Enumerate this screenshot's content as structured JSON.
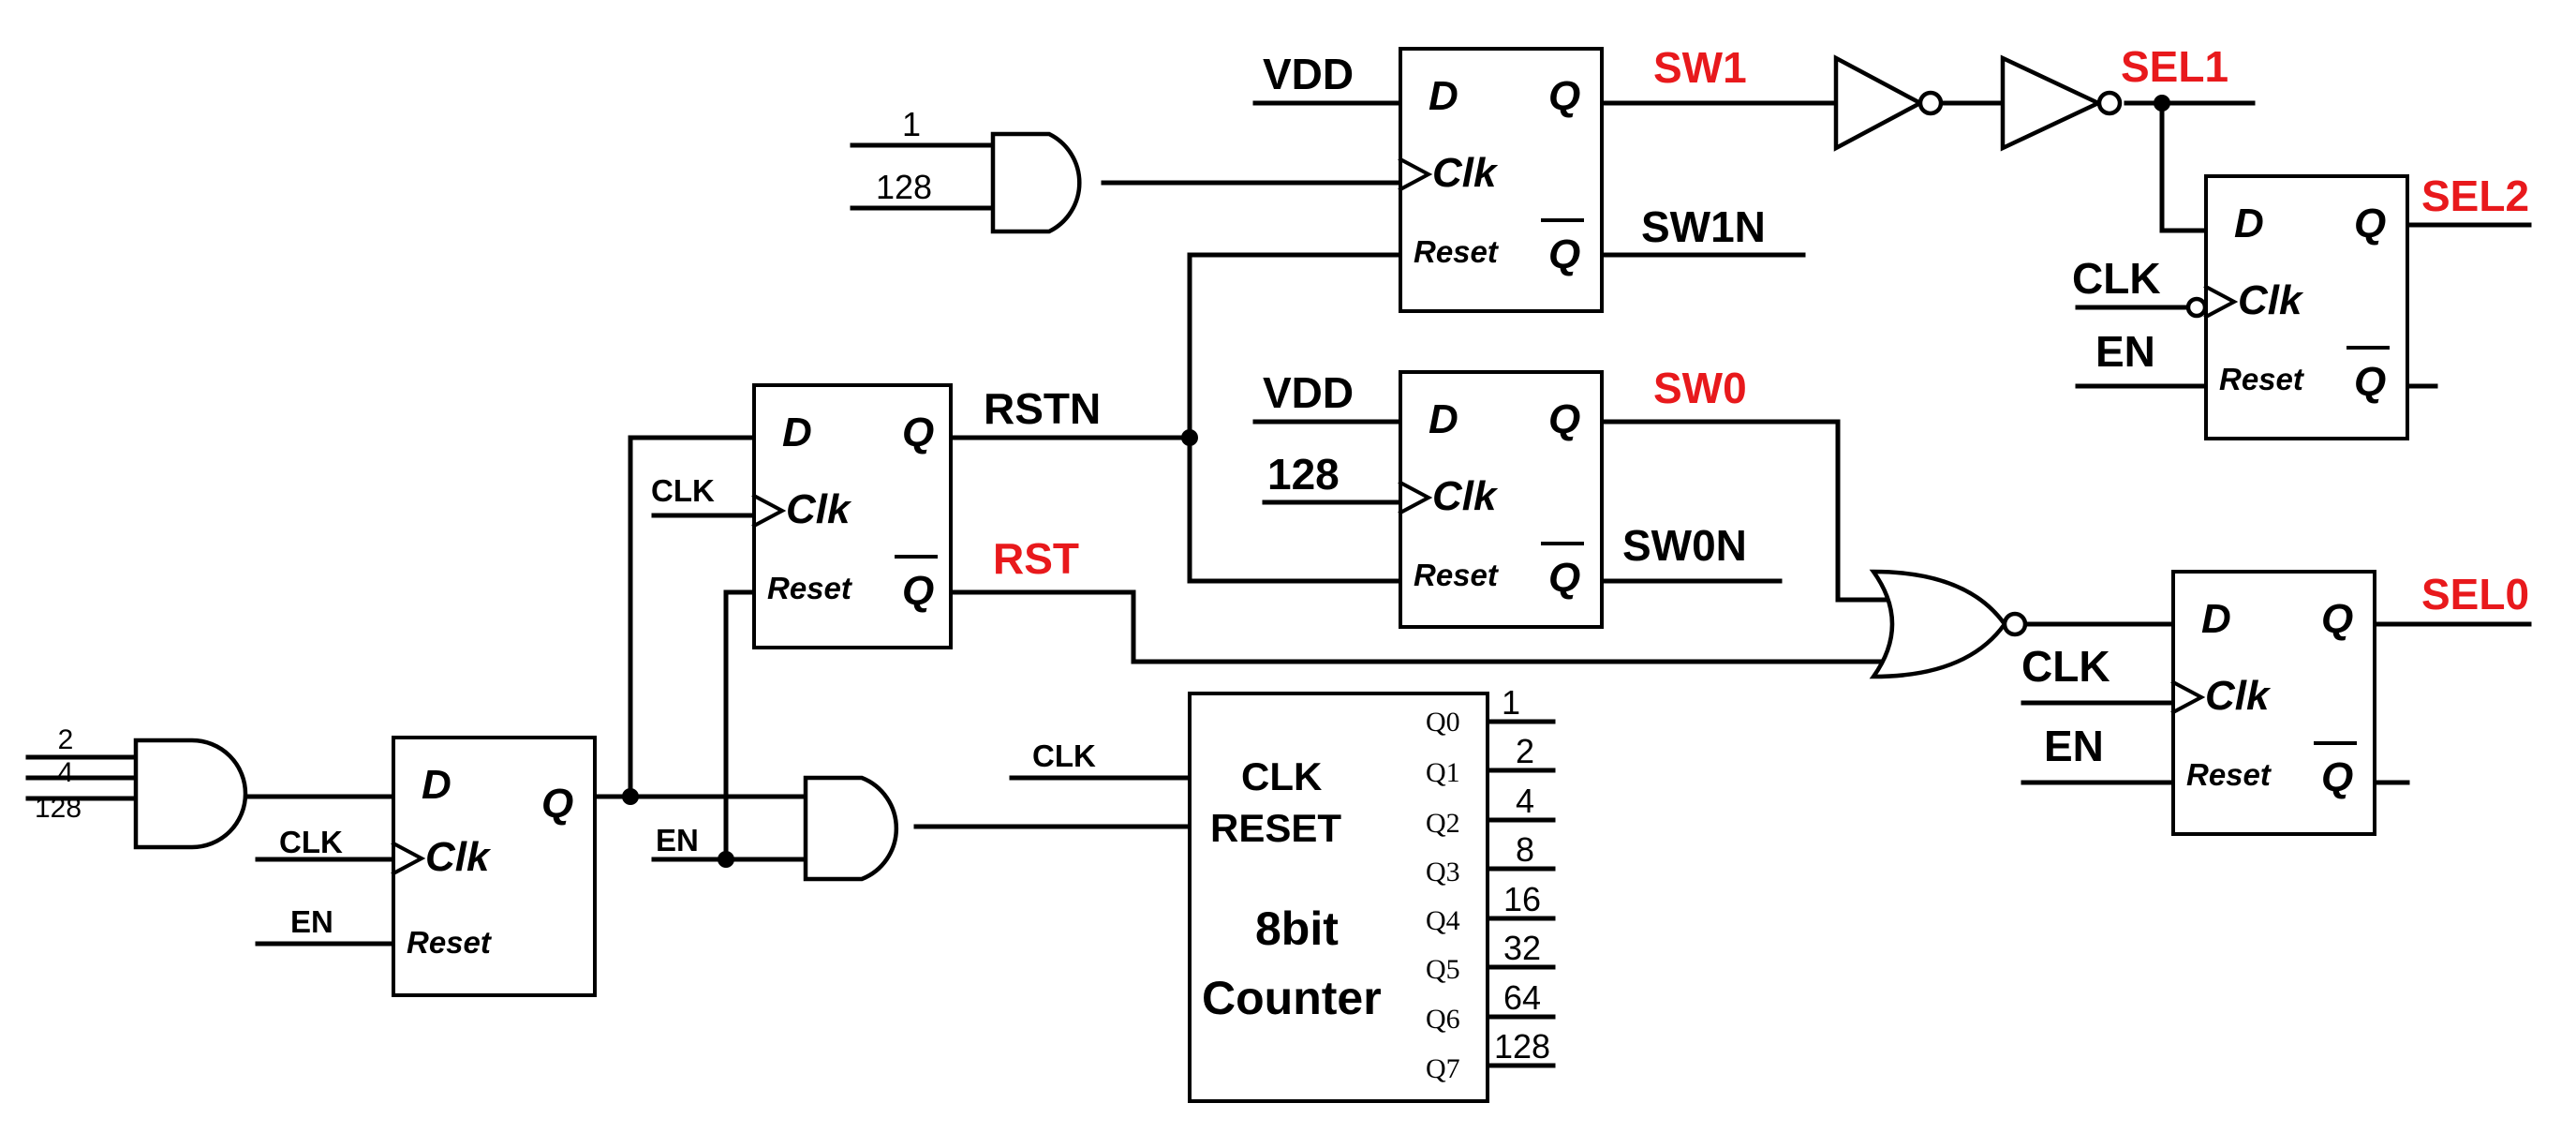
{
  "diagram": {
    "signals": {
      "vdd_top": "VDD",
      "vdd_mid": "VDD",
      "sw1": "SW1",
      "sw1n": "SW1N",
      "sw0": "SW0",
      "sw0n": "SW0N",
      "sel1": "SEL1",
      "sel2": "SEL2",
      "sel0": "SEL0",
      "rstn": "RSTN",
      "rst": "RST",
      "clk_rstff": "CLK",
      "clk_first": "CLK",
      "en_first": "EN",
      "en_and": "EN",
      "clk_counter_in": "CLK",
      "clk_sel2": "CLK",
      "en_sel2": "EN",
      "clk_sel0": "CLK",
      "en_sel0": "EN",
      "in_128_sw0ff": "128"
    },
    "and_top_inputs": [
      "1",
      "128"
    ],
    "and_left_inputs": [
      "2",
      "4",
      "128"
    ],
    "flipflop_pins": {
      "d": "D",
      "q": "Q",
      "qbar": "Q",
      "clk": "Clk",
      "reset": "Reset"
    },
    "counter": {
      "clk_pin": "CLK",
      "reset_pin": "RESET",
      "title_line1": "8bit",
      "title_line2": "Counter",
      "outputs": [
        "Q0",
        "Q1",
        "Q2",
        "Q3",
        "Q4",
        "Q5",
        "Q6",
        "Q7"
      ],
      "output_values": [
        "1",
        "2",
        "4",
        "8",
        "16",
        "32",
        "64",
        "128"
      ]
    },
    "colors": {
      "wire": "#000000",
      "highlight_label": "#e8191c"
    }
  }
}
